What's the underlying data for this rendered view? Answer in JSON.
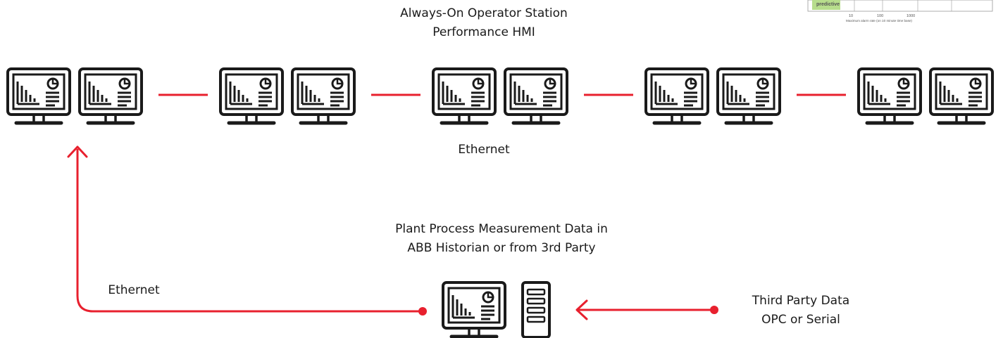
{
  "top_label": {
    "line1": "Always-On Operator Station",
    "line2": "Performance HMI"
  },
  "ethernet_top_label": "Ethernet",
  "historian_label": {
    "line1": "Plant Process Measurement Data in",
    "line2": "ABB Historian or from 3rd Party"
  },
  "ethernet_left_label": "Ethernet",
  "third_party_label": {
    "line1": "Third Party Data",
    "line2": "OPC or Serial"
  },
  "inset_chart": {
    "box_label": "predictive",
    "tick_labels": [
      "10",
      "100",
      "1000"
    ],
    "xlabel": "Maximum alarm rate (on 10 minute time base)"
  },
  "colors": {
    "line": "#e8202e",
    "icon": "#1a1a1a",
    "inset_box": "#b7dd8c"
  },
  "icons": {
    "monitor": "analytics-monitor-icon",
    "server": "server-tower-icon"
  },
  "station_pairs": 5
}
